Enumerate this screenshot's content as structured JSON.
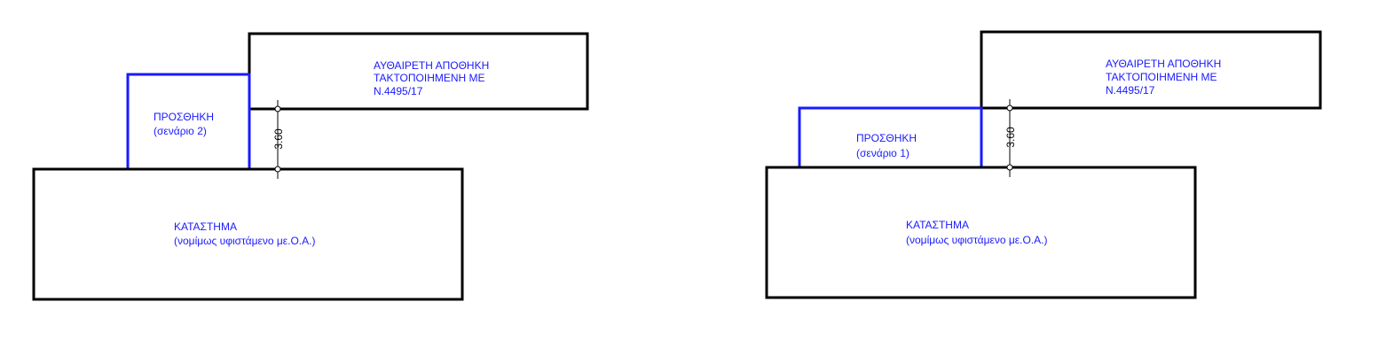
{
  "colors": {
    "outline": "#000000",
    "addition": "#1a1aff",
    "text": "#1a1aff"
  },
  "scenarios": [
    {
      "warehouse": {
        "lines": [
          "ΑΥΘΑΙΡΕΤΗ ΑΠΟΘΗΚΗ",
          "ΤΑΚΤΟΠΟΙΗΜΕΝΗ ΜΕ",
          "Ν.4495/17"
        ]
      },
      "addition": {
        "lines": [
          "ΠΡΟΣΘΗΚΗ",
          "(σενάριο 2)"
        ]
      },
      "store": {
        "lines": [
          "ΚΑΤΑΣΤΗΜΑ",
          "(νομίμως υφιστάμενο με.Ο.Α.)"
        ]
      },
      "dimension": "3.60"
    },
    {
      "warehouse": {
        "lines": [
          "ΑΥΘΑΙΡΕΤΗ ΑΠΟΘΗΚΗ",
          "ΤΑΚΤΟΠΟΙΗΜΕΝΗ ΜΕ",
          "Ν.4495/17"
        ]
      },
      "addition": {
        "lines": [
          "ΠΡΟΣΘΗΚΗ",
          "(σενάριο 1)"
        ]
      },
      "store": {
        "lines": [
          "ΚΑΤΑΣΤΗΜΑ",
          "(νομίμως υφιστάμενο με.Ο.Α.)"
        ]
      },
      "dimension": "3.60"
    }
  ]
}
